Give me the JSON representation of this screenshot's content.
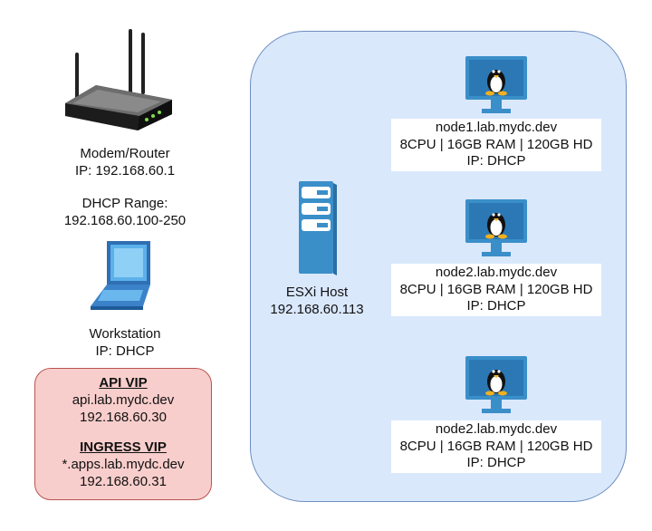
{
  "router": {
    "name": "Modem/Router",
    "ip": "IP: 192.168.60.1",
    "dhcp_title": "DHCP Range:",
    "dhcp_range": "192.168.60.100-250"
  },
  "workstation": {
    "name": "Workstation",
    "ip": "IP: DHCP"
  },
  "vip": {
    "api_title": "API VIP",
    "api_host": "api.lab.mydc.dev",
    "api_ip": "192.168.60.30",
    "ingress_title": "INGRESS VIP",
    "ingress_host": "*.apps.lab.mydc.dev",
    "ingress_ip": "192.168.60.31"
  },
  "esxi": {
    "name": "ESXi Host",
    "ip": "192.168.60.113"
  },
  "nodes": [
    {
      "hostname": "node1.lab.mydc.dev",
      "specs": "8CPU | 16GB RAM | 120GB HD",
      "ip": "IP: DHCP"
    },
    {
      "hostname": "node2.lab.mydc.dev",
      "specs": "8CPU | 16GB RAM | 120GB HD",
      "ip": "IP: DHCP"
    },
    {
      "hostname": "node2.lab.mydc.dev",
      "specs": "8CPU | 16GB RAM | 120GB HD",
      "ip": "IP: DHCP"
    }
  ],
  "icons": {
    "router": "router-icon",
    "laptop": "laptop-icon",
    "server": "server-icon",
    "node": "linux-monitor-icon"
  },
  "colors": {
    "esxi_fill": "#dae8fc",
    "esxi_stroke": "#6c8ebf",
    "vip_fill": "#f8cecc",
    "vip_stroke": "#b85450",
    "monitor_blue": "#3a8fc9"
  }
}
